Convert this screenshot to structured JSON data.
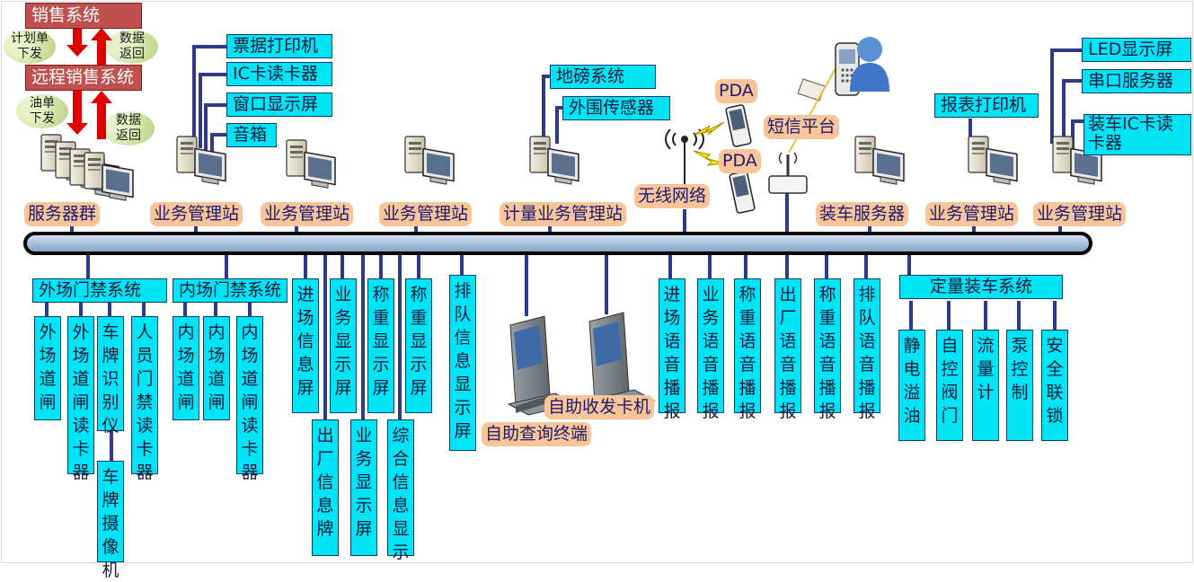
{
  "top": {
    "sales_system": "销售系统",
    "remote_sales": "远程销售系统",
    "plan_down": "计划单\n下发",
    "data_return_1": "数据\n返回",
    "oil_down": "油单\n下发",
    "data_return_2": "数据\n返回"
  },
  "stations": {
    "server_group": "服务器群",
    "biz1": "业务管理站",
    "biz2": "业务管理站",
    "biz3": "业务管理站",
    "metering": "计量业务管理站",
    "wireless": "无线网络",
    "pda1": "PDA",
    "pda2": "PDA",
    "sms": "短信平台",
    "loading_server": "装车服务器",
    "biz4": "业务管理站",
    "biz5": "业务管理站"
  },
  "peripherals": {
    "ticket_printer": "票据打印机",
    "ic_reader": "IC卡读卡器",
    "window_display": "窗口显示屏",
    "speaker": "音箱",
    "weighbridge": "地磅系统",
    "perimeter_sensor": "外围传感器",
    "report_printer": "报表打印机",
    "led_display": "LED显示屏",
    "serial_server": "串口服务器",
    "loading_ic_reader": "装车IC卡读卡器"
  },
  "bottom": {
    "outer_access": "外场门禁系统",
    "outer_gate": "外场道闸",
    "outer_gate_reader": "外场道闸读卡器",
    "plate_recognizer": "车牌识别仪",
    "plate_camera": "车牌摄像机",
    "personnel_access": "人员门禁读卡器",
    "inner_access": "内场门禁系统",
    "inner_gate_1": "内场道闸",
    "inner_gate_2": "内场道闸",
    "inner_gate_reader": "内场道闸读卡器",
    "entry_info": "进场信息屏",
    "exit_board": "出厂信息牌",
    "biz_display_1": "业务显示屏",
    "biz_display_2": "业务显示屏",
    "weigh_display_1": "称重显示屏",
    "combined_display": "综合信息显示",
    "weigh_display_2": "称重显示屏",
    "queue_display": "排队信息显示屏",
    "kiosk_query": "自助查询终端",
    "kiosk_card": "自助收发卡机",
    "voice_entry": "进场语音播报",
    "voice_biz": "业务语音播报",
    "voice_weigh": "称重语音播报",
    "voice_exit": "出厂语音播报",
    "voice_weigh2": "称重语音播报",
    "voice_queue": "排队语音播报",
    "quant_loading": "定量装车系统",
    "static_overflow": "静电溢油",
    "auto_valve": "自控阀门",
    "flow_meter": "流量计",
    "pump_control": "泵控制",
    "safety_interlock": "安全联锁"
  },
  "icons": [
    "computer-icon",
    "server-icon",
    "pda-icon",
    "antenna-icon",
    "router-icon",
    "user-icon",
    "phone-icon",
    "kiosk-icon"
  ],
  "colors": {
    "cyan_box": "#00e5f5",
    "red_box": "#c0504d",
    "orange_label": "#f8c49a",
    "bus": "#b8cce4",
    "line": "#2e3a87"
  }
}
